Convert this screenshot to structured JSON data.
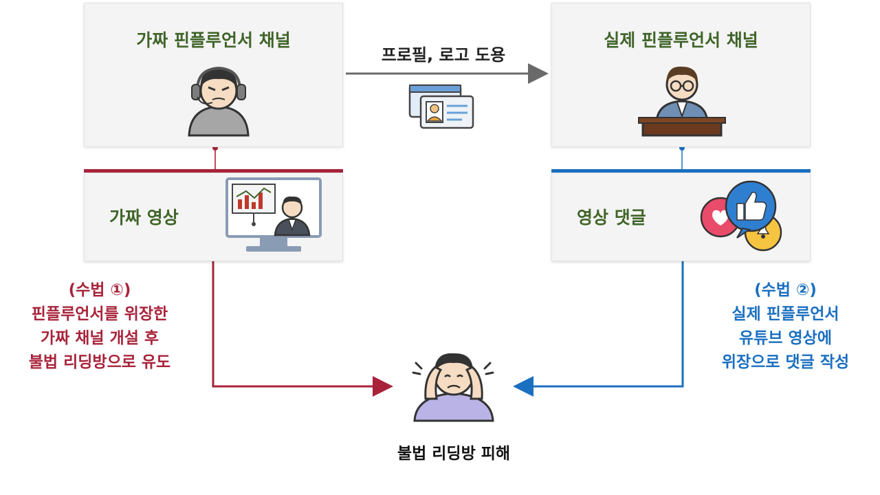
{
  "fake_channel": {
    "title": "가짜 핀플루언서 채널"
  },
  "real_channel": {
    "title": "실제 핀플루언서 채널"
  },
  "theft_arrow": {
    "label": "프로필, 로고 도용"
  },
  "fake_video": {
    "label": "가짜 영상"
  },
  "video_comment": {
    "label": "영상 댓글"
  },
  "method_1": {
    "lines": [
      "(수법 ①)",
      "핀플루언서를 위장한",
      "가짜 채널 개설 후",
      "불법 리딩방으로 유도"
    ]
  },
  "method_2": {
    "lines": [
      "(수법 ②)",
      "실제 핀플루언서",
      "유튜브 영상에",
      "위장으로 댓글 작성"
    ]
  },
  "victim": {
    "label": "불법 리딩방 피해"
  },
  "colors": {
    "red": "#a8233a",
    "blue": "#1a6fc0",
    "green_text": "#3f6428",
    "arrow_gray": "#6a6a6a"
  },
  "icons": {
    "fake_channel": "hooded-headset-person-icon",
    "real_channel": "glasses-presenter-icon",
    "theft": "id-cards-icon",
    "fake_video": "monitor-presentation-icon",
    "comment": "like-comment-bubbles-icon",
    "victim": "distressed-person-icon"
  }
}
